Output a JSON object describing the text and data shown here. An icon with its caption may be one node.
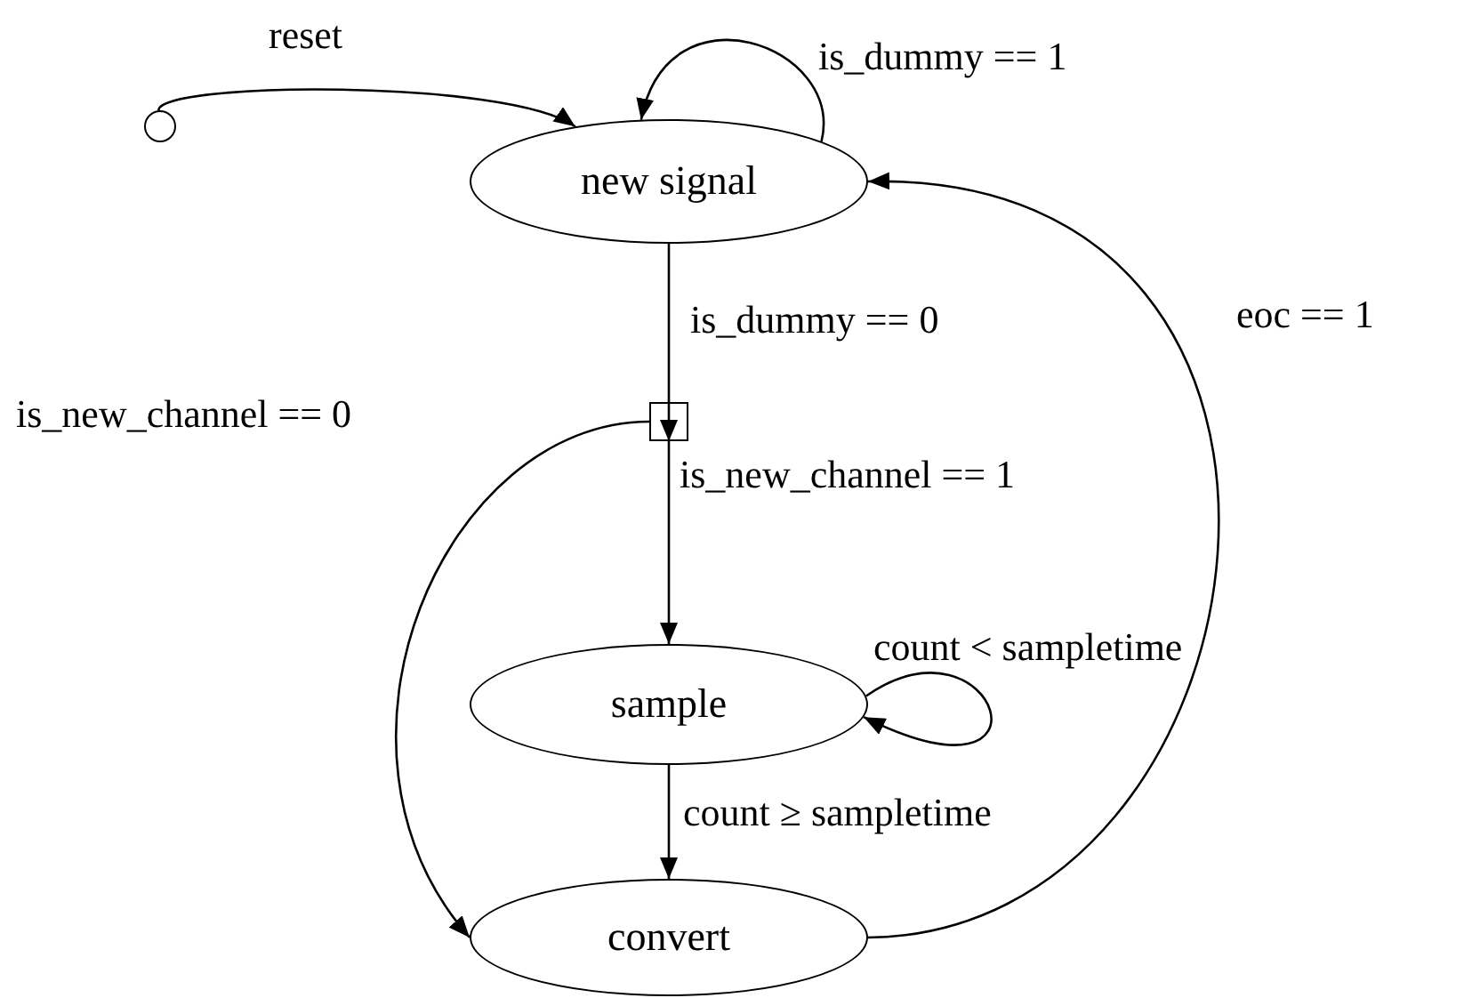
{
  "diagram": {
    "nodes": [
      {
        "text": [],
        "shape": "circle"
      },
      {
        "text": [
          "new signal"
        ]
      },
      {
        "text": [],
        "shape": "box"
      },
      {
        "text": [
          "sample"
        ]
      },
      {
        "text": [
          "convert"
        ]
      }
    ],
    "edges": [
      {
        "from": 0,
        "to": 1,
        "arrow": "to",
        "label": "reset"
      },
      {
        "from": 1,
        "to": 1,
        "arrow": "to",
        "label": "is_dummy == 1"
      },
      {
        "from": 1,
        "to": 2,
        "arrow": "to",
        "label": "is_dummy == 0"
      },
      {
        "from": 2,
        "to": 4,
        "arrow": "to",
        "label": "is_new_channel == 0"
      },
      {
        "from": 2,
        "to": 3,
        "arrow": "to",
        "label": "is_new_channel == 1"
      },
      {
        "from": 3,
        "to": 3,
        "arrow": "to",
        "label": "count < sampletime"
      },
      {
        "from": 3,
        "to": 4,
        "arrow": "to",
        "label": "count ≥ sampletime"
      },
      {
        "from": 4,
        "to": 1,
        "arrow": "to",
        "label": "eoc == 1"
      }
    ]
  }
}
